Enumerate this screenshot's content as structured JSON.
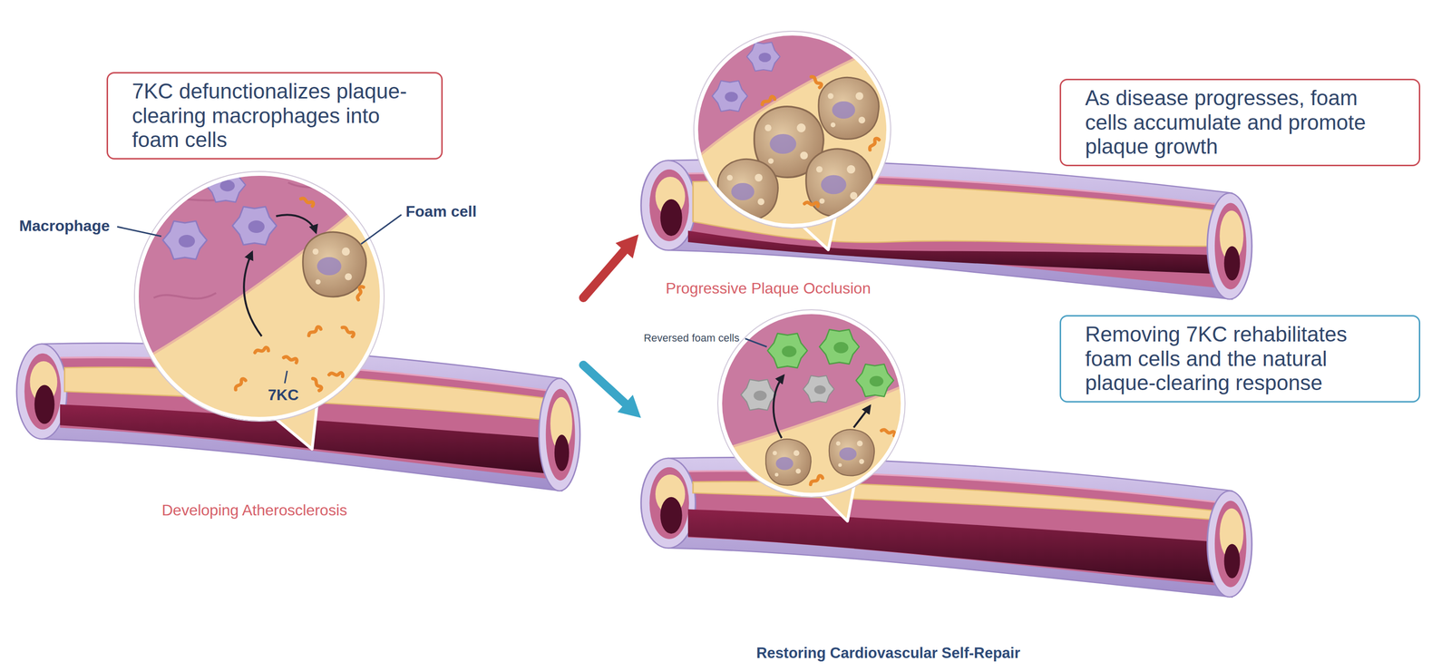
{
  "diagram": {
    "nodes": [
      {
        "text": [
          "7KC defunctionalizes plaque-clearing macrophages into foam cells"
        ]
      },
      {
        "text": [
          "As disease progresses, foam cells accumulate and promote plaque growth"
        ]
      },
      {
        "text": [
          "Removing 7KC rehabilitates foam cells and the natural plaque-clearing response"
        ]
      }
    ],
    "labels": [
      "Macrophage",
      "Foam cell",
      "7KC",
      "Developing Atherosclerosis",
      "Progressive Plaque Occlusion",
      "Reversed foam cells",
      "Restoring Cardiovascular Self-Repair"
    ]
  }
}
